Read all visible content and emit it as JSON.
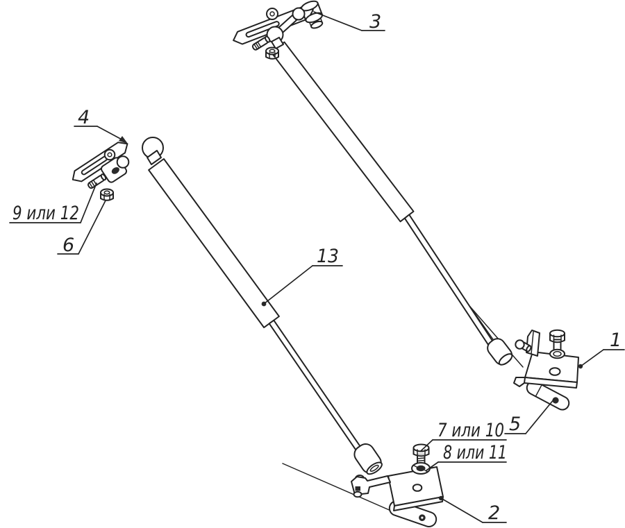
{
  "page": {
    "background_color": "#ffffff",
    "line_color": "#222222"
  },
  "callouts": {
    "c1": {
      "text": "1"
    },
    "c2": {
      "text": "2"
    },
    "c3": {
      "text": "3"
    },
    "c4": {
      "text": "4"
    },
    "c5": {
      "text": "5"
    },
    "c6": {
      "text": "6"
    },
    "c7_or_10": {
      "text": "7 или 10"
    },
    "c8_or_11": {
      "text": "8 или 11"
    },
    "c9_or_12": {
      "text": "9 или 12"
    },
    "c13": {
      "text": "13"
    }
  }
}
